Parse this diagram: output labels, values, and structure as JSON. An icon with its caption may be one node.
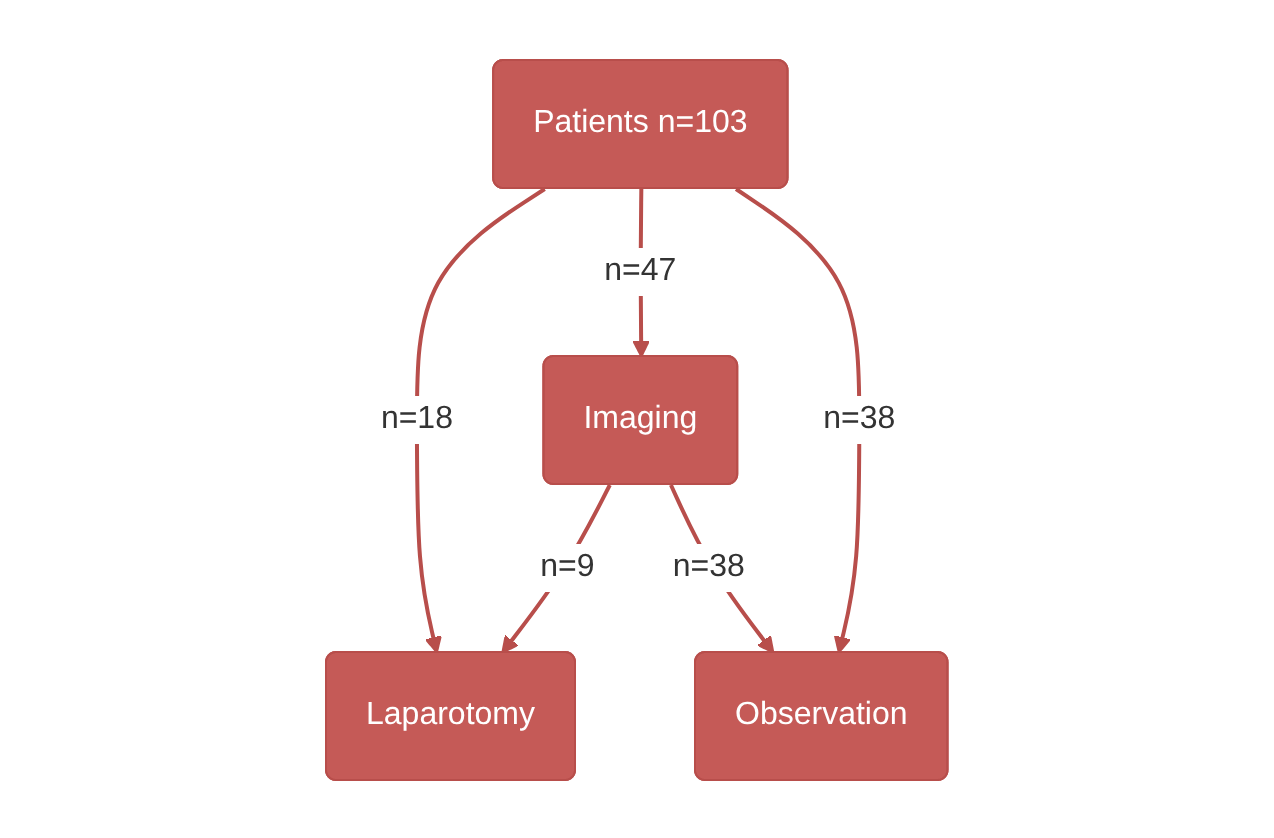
{
  "diagram": {
    "nodes": [
      {
        "text": [
          "Patients n=103"
        ]
      },
      {
        "text": [
          "Imaging"
        ]
      },
      {
        "text": [
          "Laparotomy"
        ]
      },
      {
        "text": [
          "Observation"
        ]
      }
    ],
    "edges": [
      {
        "from": 0,
        "to": 2,
        "arrow": "to",
        "label": "n=18"
      },
      {
        "from": 0,
        "to": 1,
        "arrow": "to",
        "label": "n=47"
      },
      {
        "from": 0,
        "to": 3,
        "arrow": "to",
        "label": "n=38"
      },
      {
        "from": 1,
        "to": 2,
        "arrow": "to",
        "label": "n=9"
      },
      {
        "from": 1,
        "to": 3,
        "arrow": "to",
        "label": "n=38"
      }
    ]
  }
}
